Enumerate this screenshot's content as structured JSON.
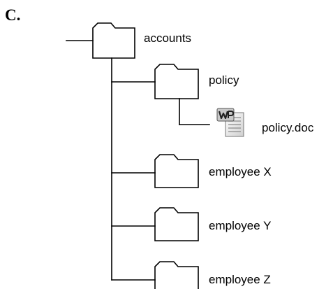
{
  "option_label": "C.",
  "tree": {
    "root": {
      "label": "accounts",
      "icon": "folder-icon"
    },
    "policy_folder": {
      "label": "policy",
      "icon": "folder-icon"
    },
    "policy_file": {
      "label": "policy.doc",
      "icon": "word-document-icon"
    },
    "employee_x": {
      "label": "employee X",
      "icon": "folder-icon"
    },
    "employee_y": {
      "label": "employee Y",
      "icon": "folder-icon"
    },
    "employee_z": {
      "label": "employee Z",
      "icon": "folder-icon"
    }
  }
}
